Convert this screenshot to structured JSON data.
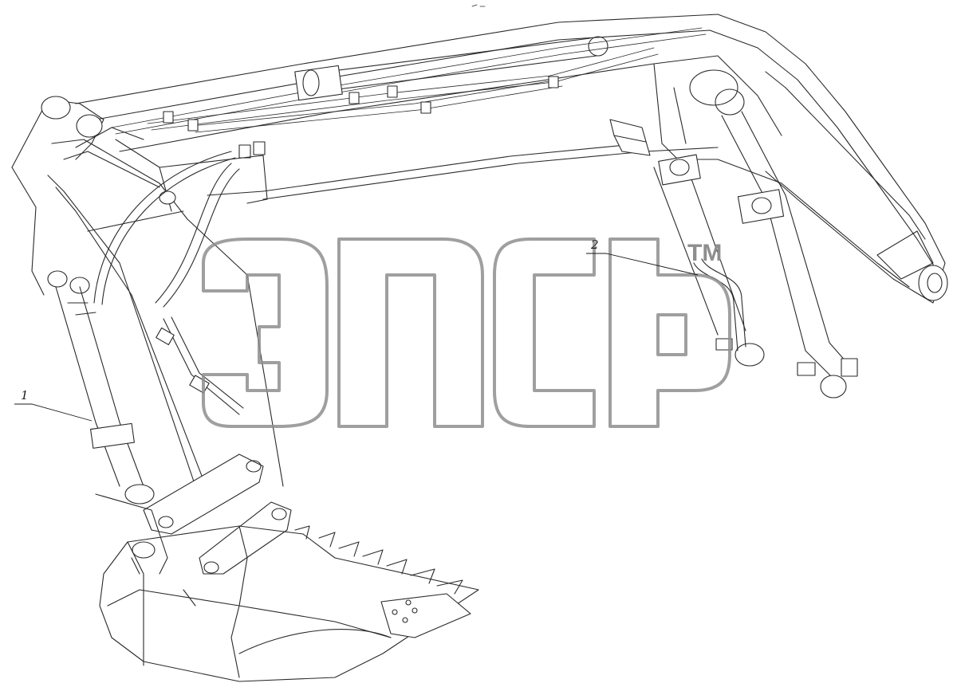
{
  "callouts": [
    {
      "id": "1",
      "label": "1"
    },
    {
      "id": "2",
      "label": "2"
    }
  ],
  "watermark": {
    "trademark": "TM"
  },
  "colors": {
    "line": "#2a2a2a",
    "watermark": "#8e8e8e",
    "background": "#ffffff"
  }
}
